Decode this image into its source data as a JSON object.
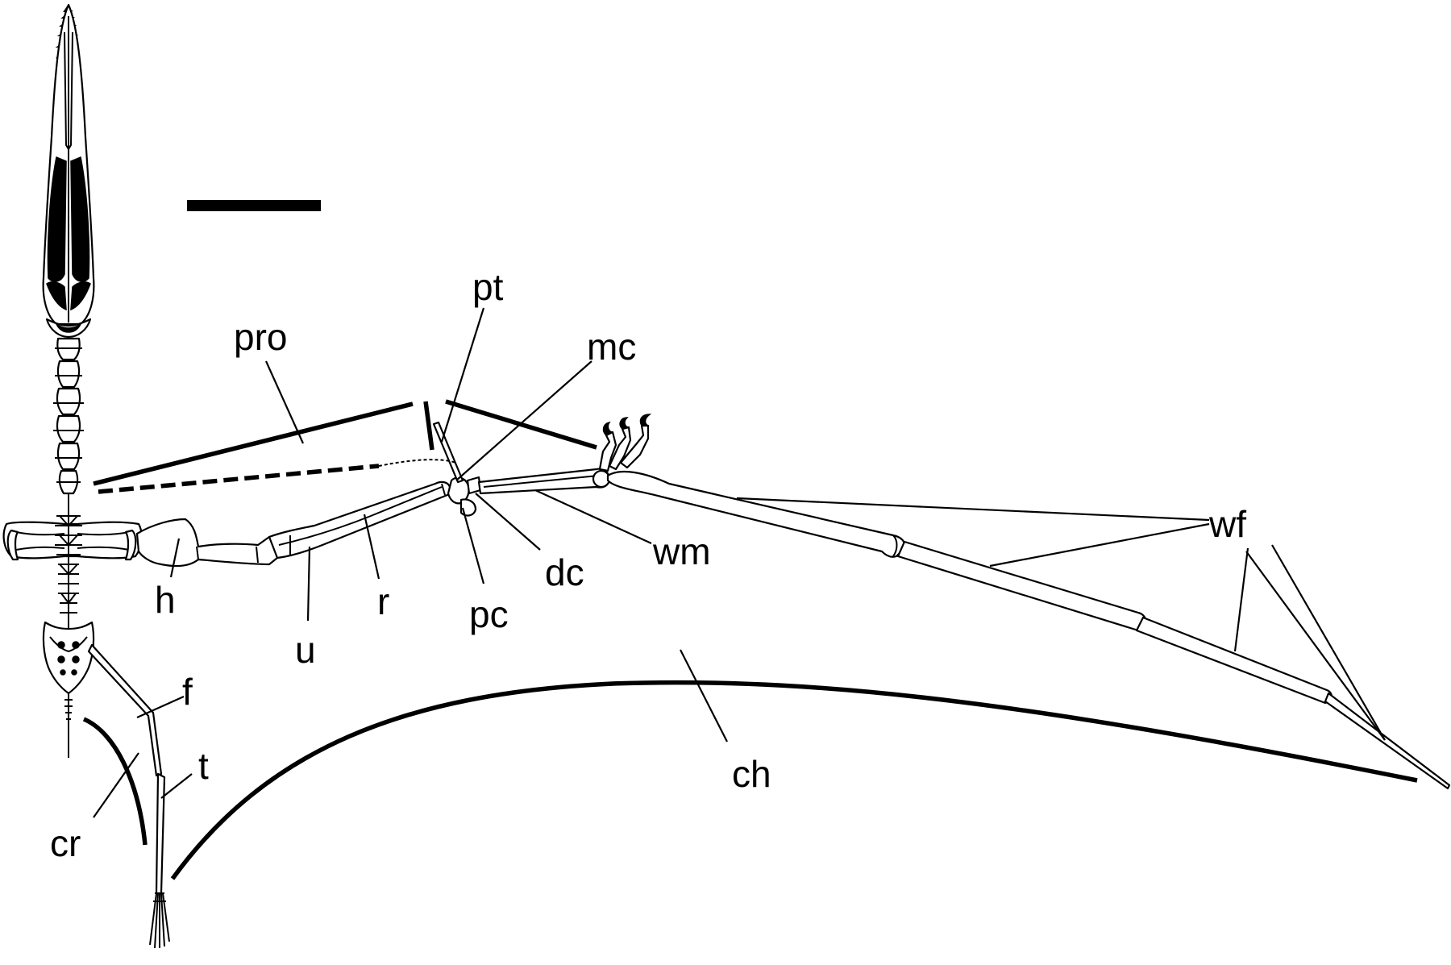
{
  "diagram": {
    "labels": {
      "pro": "pro",
      "pt": "pt",
      "mc": "mc",
      "wf": "wf",
      "wm": "wm",
      "dc": "dc",
      "pc": "pc",
      "h": "h",
      "r": "r",
      "u": "u",
      "f": "f",
      "t": "t",
      "cr": "cr",
      "ch": "ch"
    }
  }
}
